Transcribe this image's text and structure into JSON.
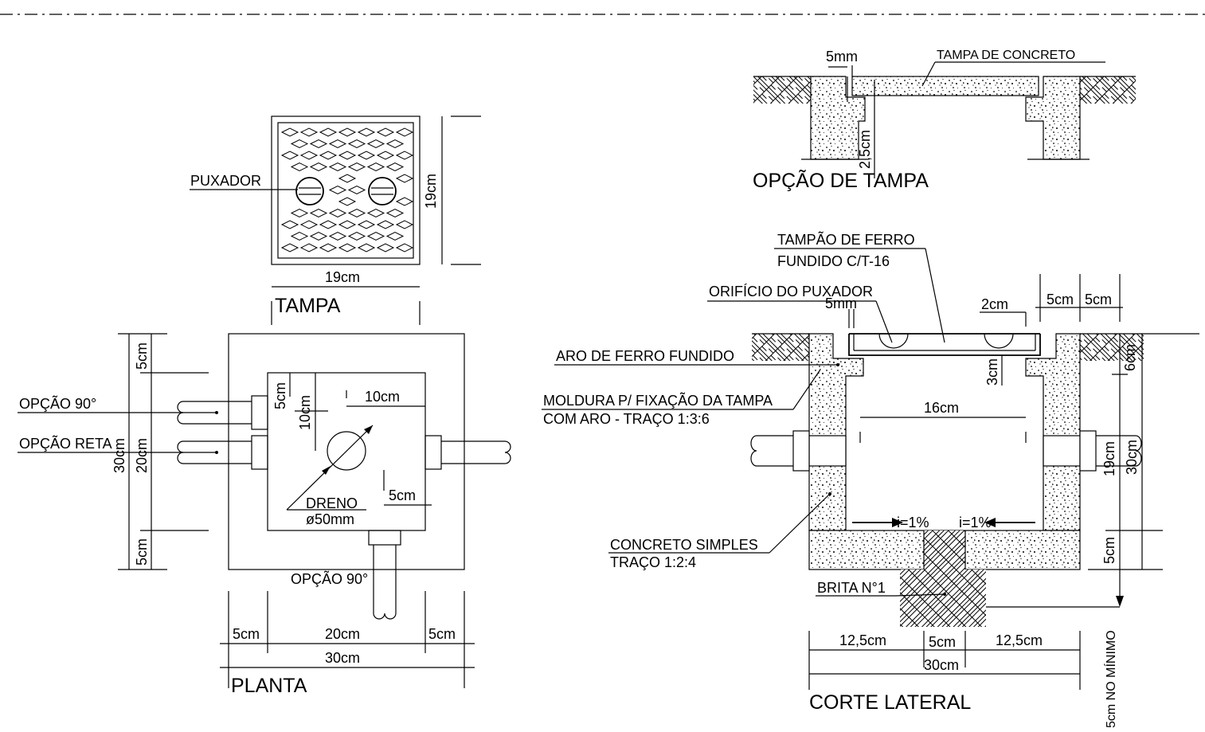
{
  "views": {
    "tampa": {
      "title": "TAMPA",
      "puxador": "PUXADOR",
      "dim_width": "19cm",
      "dim_height": "19cm"
    },
    "planta": {
      "title": "PLANTA",
      "opcao_90_left": "OPÇÃO 90°",
      "opcao_reta": "OPÇÃO RETA",
      "opcao_90_bottom": "OPÇÃO 90°",
      "dreno_label": "DRENO",
      "dreno_diameter": "ø50mm",
      "dim_5cm_top_left": "5cm",
      "dim_20cm_left": "20cm",
      "dim_5cm_bottom_left": "5cm",
      "dim_30cm_left": "30cm",
      "dim_5cm_inner": "5cm",
      "dim_10cm_vertical": "10cm",
      "dim_10cm_horizontal": "10cm",
      "dim_5cm_drain": "5cm",
      "dim_5cm_bottom_a": "5cm",
      "dim_20cm_bottom": "20cm",
      "dim_5cm_bottom_b": "5cm",
      "dim_30cm_bottom": "30cm"
    },
    "opcao_tampa": {
      "title": "OPÇÃO DE TAMPA",
      "dim_5mm": "5mm",
      "tampa_concreto": "TAMPA DE CONCRETO",
      "dim_2_5cm": "2,5cm"
    },
    "corte_lateral": {
      "title": "CORTE LATERAL",
      "tampao_line1": "TAMPÃO DE FERRO",
      "tampao_line2": "FUNDIDO C/T-16",
      "orificio": "ORIFÍCIO DO PUXADOR",
      "dim_5mm": "5mm",
      "dim_2cm": "2cm",
      "dim_5cm_a": "5cm",
      "dim_5cm_b": "5cm",
      "aro": "ARO DE FERRO FUNDIDO",
      "moldura_line1": "MOLDURA P/ FIXAÇÃO DA TAMPA",
      "moldura_line2": "COM ARO - TRAÇO 1:3:6",
      "dim_3cm": "3cm",
      "dim_6cm": "6cm",
      "dim_16cm": "16cm",
      "dim_19cm": "19cm",
      "dim_30cm_right": "30cm",
      "slope_left": "i=1%",
      "slope_right": "i=1%",
      "concreto_line1": "CONCRETO SIMPLES",
      "concreto_line2": "TRAÇO 1:2:4",
      "dim_5cm_base": "5cm",
      "brita": "BRITA N°1",
      "dim_12_5cm_left": "12,5cm",
      "dim_5cm_center": "5cm",
      "dim_12_5cm_right": "12,5cm",
      "dim_30cm_bottom": "30cm",
      "nota_minimo": "5cm NO MÍNIMO"
    }
  }
}
